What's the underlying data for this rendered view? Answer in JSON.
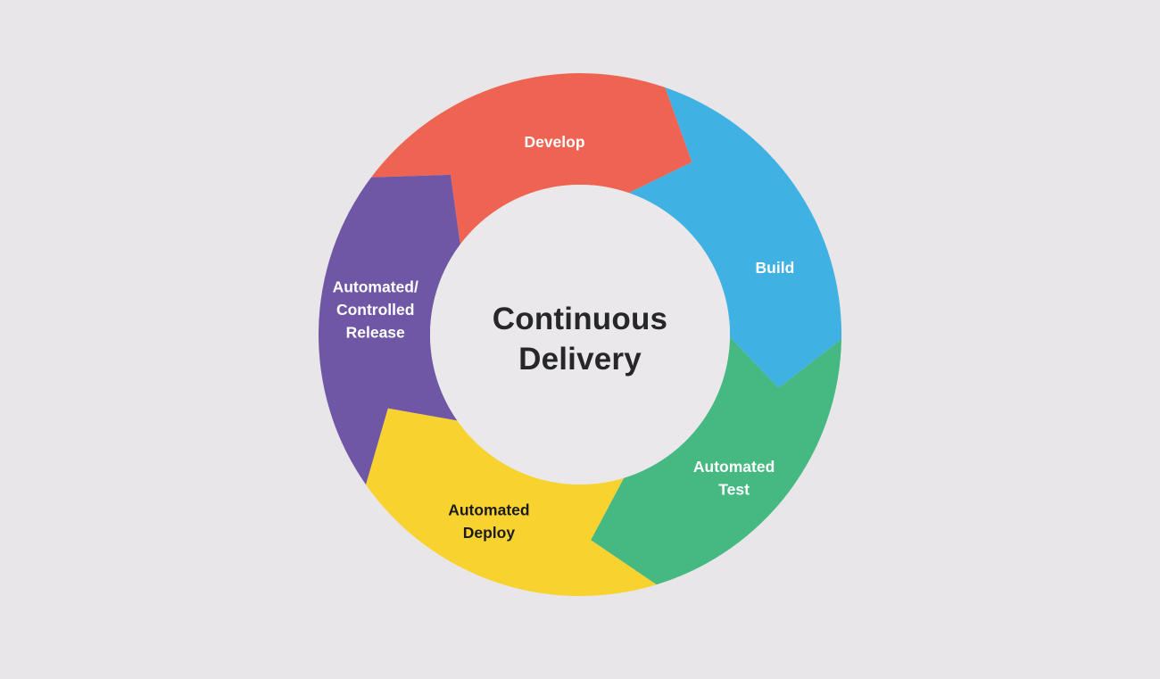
{
  "title": {
    "line1": "Continuous",
    "line2": "Delivery",
    "full": "Continuous Delivery",
    "color": "#26262B"
  },
  "colors": {
    "background": "#E8E6E8",
    "center_circle": "#EAE8EA"
  },
  "diagram": {
    "type": "cycle",
    "direction": "clockwise",
    "segments": [
      {
        "id": "develop",
        "label": "Develop",
        "label_lines": [
          "Develop"
        ],
        "color": "#EF6352",
        "text_color": "#FFFFFF"
      },
      {
        "id": "build",
        "label": "Build",
        "label_lines": [
          "Build"
        ],
        "color": "#3FB1E3",
        "text_color": "#FFFFFF"
      },
      {
        "id": "automated-test",
        "label": "Automated Test",
        "label_lines": [
          "Automated",
          "Test"
        ],
        "color": "#45B981",
        "text_color": "#FFFFFF"
      },
      {
        "id": "automated-deploy",
        "label": "Automated Deploy",
        "label_lines": [
          "Automated",
          "Deploy"
        ],
        "color": "#F8D330",
        "text_color": "#1C1C1E"
      },
      {
        "id": "automated-controlled-release",
        "label": "Automated/Controlled Release",
        "label_lines": [
          "Automated/",
          "Controlled",
          "Release"
        ],
        "color": "#6F57A5",
        "text_color": "#FFFFFF"
      }
    ]
  }
}
